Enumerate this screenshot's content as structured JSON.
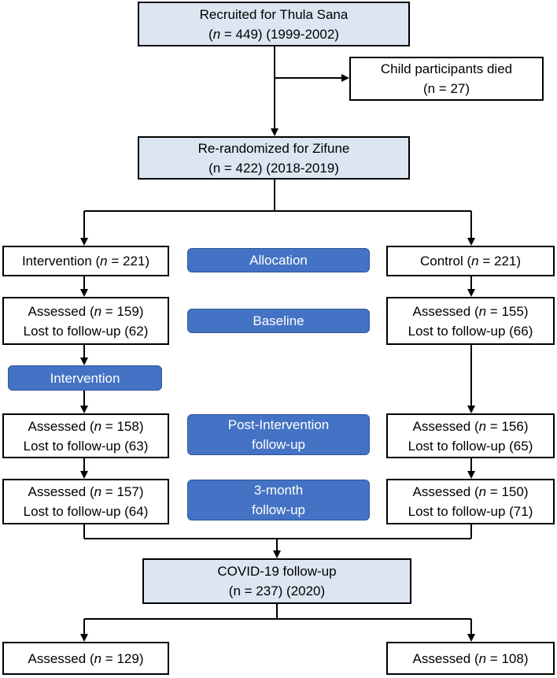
{
  "nodes": {
    "recruited": {
      "line1": "Recruited for Thula Sana",
      "n_label": "n",
      "line2_rest": " = 449) (1999-2002)"
    },
    "died": {
      "line1": "Child participants died",
      "line2": "(n = 27)"
    },
    "rerandomized": {
      "line1": "Re-randomized for Zifune",
      "line2": "(n = 422) (2018-2019)"
    },
    "intervention_alloc": {
      "prefix": "Intervention (",
      "n_label": "n",
      "rest": " = 221)"
    },
    "control_alloc": {
      "prefix": "Control (",
      "n_label": "n",
      "rest": " = 221)"
    },
    "int_baseline": {
      "prefix": "Assessed (",
      "n_label": "n",
      "rest": " = 159)",
      "lost": "Lost to follow-up (62)"
    },
    "ctl_baseline": {
      "prefix": "Assessed (",
      "n_label": "n",
      "rest": " = 155)",
      "lost": "Lost to follow-up (66)"
    },
    "int_post": {
      "prefix": "Assessed (",
      "n_label": "n",
      "rest": " = 158)",
      "lost": "Lost to follow-up (63)"
    },
    "ctl_post": {
      "prefix": "Assessed (",
      "n_label": "n",
      "rest": " = 156)",
      "lost": "Lost to follow-up (65)"
    },
    "int_3month": {
      "prefix": "Assessed (",
      "n_label": "n",
      "rest": " = 157)",
      "lost": "Lost to follow-up (64)"
    },
    "ctl_3month": {
      "prefix": "Assessed (",
      "n_label": "n",
      "rest": " = 150)",
      "lost": "Lost to follow-up (71)"
    },
    "covid": {
      "line1": "COVID-19 follow-up",
      "line2": "(n = 237) (2020)"
    },
    "int_covid": {
      "prefix": "Assessed (",
      "n_label": "n",
      "rest": " = 129)"
    },
    "ctl_covid": {
      "prefix": "Assessed (",
      "n_label": "n",
      "rest": " = 108)"
    }
  },
  "stages": {
    "allocation": "Allocation",
    "baseline": "Baseline",
    "intervention": "Intervention",
    "post_intervention_line1": "Post-Intervention",
    "post_intervention_line2": "follow-up",
    "three_month_line1": "3-month",
    "three_month_line2": "follow-up"
  },
  "colors": {
    "stage_fill": "#4472c4",
    "highlight_box_fill": "#dce6f2",
    "line": "#000000"
  }
}
